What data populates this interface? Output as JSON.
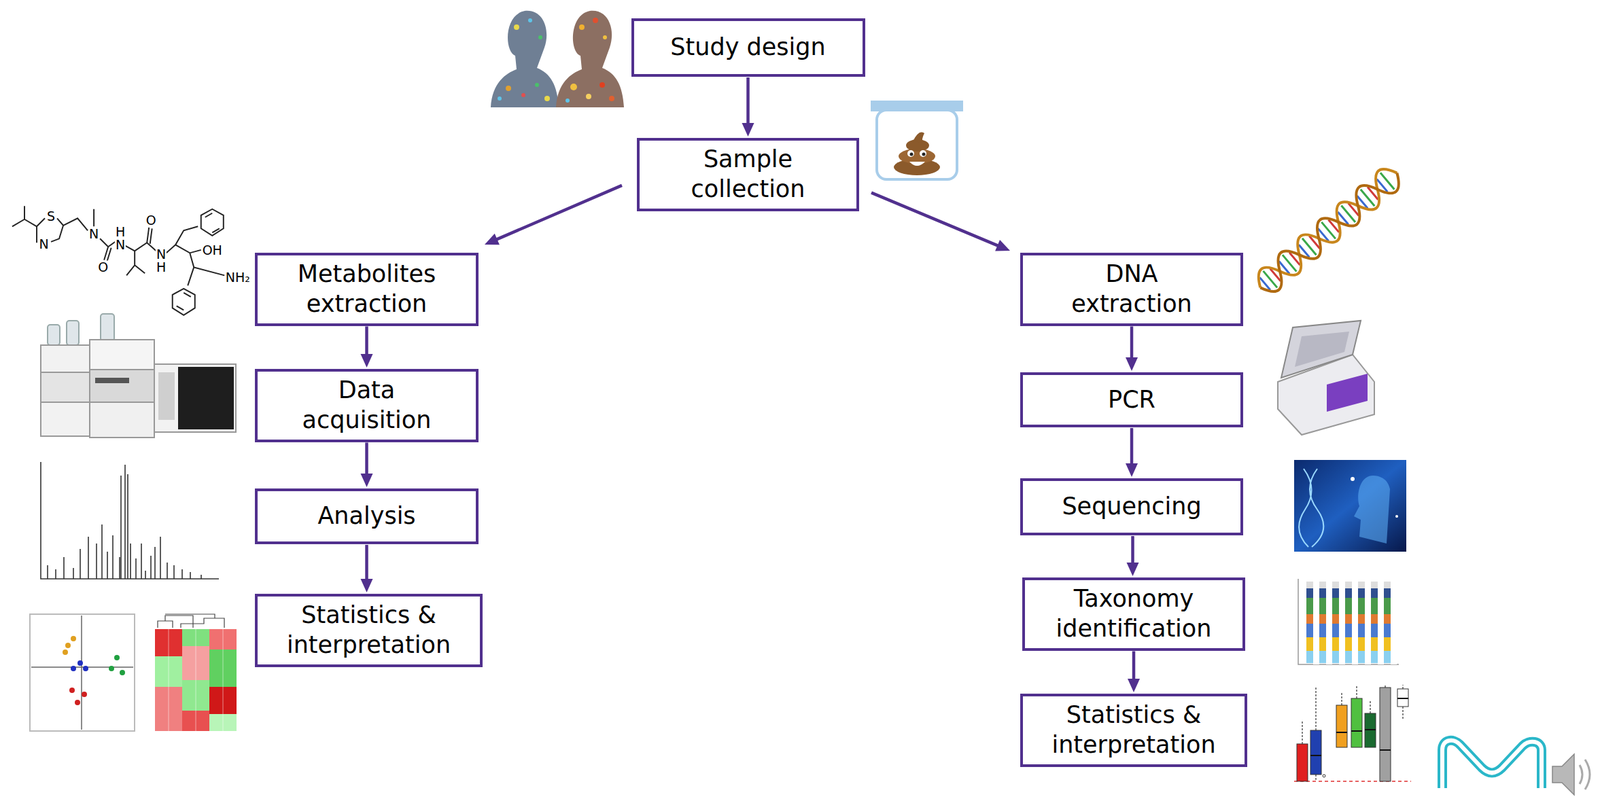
{
  "diagram": {
    "nodes": [
      {
        "text": [
          "Study design"
        ]
      },
      {
        "text": [
          "Sample collection"
        ]
      },
      {
        "text": [
          "Metabolites extraction"
        ]
      },
      {
        "text": [
          "Data acquisition"
        ]
      },
      {
        "text": [
          "Analysis"
        ]
      },
      {
        "text": [
          "Statistics & interpretation"
        ]
      },
      {
        "text": [
          "DNA extraction"
        ]
      },
      {
        "text": [
          "PCR"
        ]
      },
      {
        "text": [
          "Sequencing"
        ]
      },
      {
        "text": [
          "Taxonomy identification"
        ]
      },
      {
        "text": [
          "Statistics & interpretation"
        ]
      }
    ],
    "edges": [
      {
        "from": 0,
        "to": 1,
        "arrow": "to"
      },
      {
        "from": 1,
        "to": 2,
        "arrow": "to"
      },
      {
        "from": 1,
        "to": 6,
        "arrow": "to"
      },
      {
        "from": 2,
        "to": 3,
        "arrow": "to"
      },
      {
        "from": 3,
        "to": 4,
        "arrow": "to"
      },
      {
        "from": 4,
        "to": 5,
        "arrow": "to"
      },
      {
        "from": 6,
        "to": 7,
        "arrow": "to"
      },
      {
        "from": 7,
        "to": 8,
        "arrow": "to"
      },
      {
        "from": 8,
        "to": 9,
        "arrow": "to"
      },
      {
        "from": 9,
        "to": 10,
        "arrow": "to"
      }
    ],
    "labels": [
      "S",
      "N",
      "N",
      "O",
      "N",
      "H",
      "O",
      "N",
      "H",
      "OH",
      "NH₂"
    ]
  }
}
